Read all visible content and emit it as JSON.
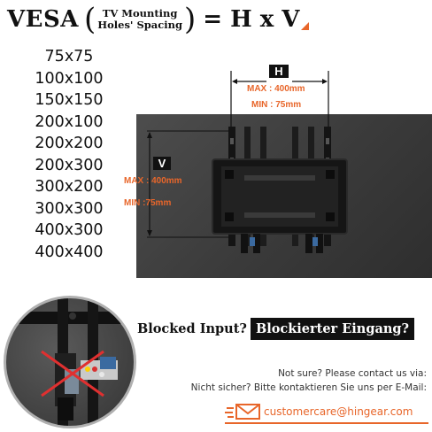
{
  "title": {
    "vesa": "VESA",
    "open_paren": "(",
    "sub_line1": "TV Mounting",
    "sub_line2": "Holes' Spacing",
    "close_paren": ")",
    "formula": "= H x V",
    "accent_color": "#e8662a"
  },
  "sizes": [
    "75x75",
    "100x100",
    "150x150",
    "200x100",
    "200x200",
    "200x300",
    "300x200",
    "300x300",
    "400x300",
    "400x400"
  ],
  "diagram": {
    "h_badge": "H",
    "h_max": "MAX : 400mm",
    "h_min": "MIN : 75mm",
    "v_badge": "V",
    "v_max": "MAX : 400mm",
    "v_min": "MIN :75mm"
  },
  "blocked": {
    "english": "Blocked Input?",
    "german": "Blockierter Eingang?"
  },
  "contact": {
    "line1": "Not sure? Please contact us via:",
    "line2": "Nicht sicher? Bitte kontaktieren Sie uns per E-Mail:",
    "email": "customercare@hingear.com",
    "mail_icon": "mail-icon"
  }
}
